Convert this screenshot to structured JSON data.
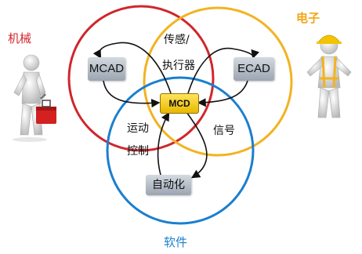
{
  "labels": {
    "mechanical": "机械",
    "electronic": "电子",
    "software": "软件"
  },
  "nodes": {
    "mcad": "MCAD",
    "ecad": "ECAD",
    "mcd": "MCD",
    "automation": "自动化"
  },
  "flows": {
    "sensor_actuator_line1": "传感/",
    "sensor_actuator_line2": "执行器",
    "motion_control_line1": "运动",
    "motion_control_line2": "控制",
    "signal": "信号"
  },
  "colors": {
    "mechanical_circle": "#d0262b",
    "electronic_circle": "#f2b321",
    "software_circle": "#1a7fcf",
    "mcd_box": "#f5cc1d",
    "node_box": "#a9b3bf"
  }
}
